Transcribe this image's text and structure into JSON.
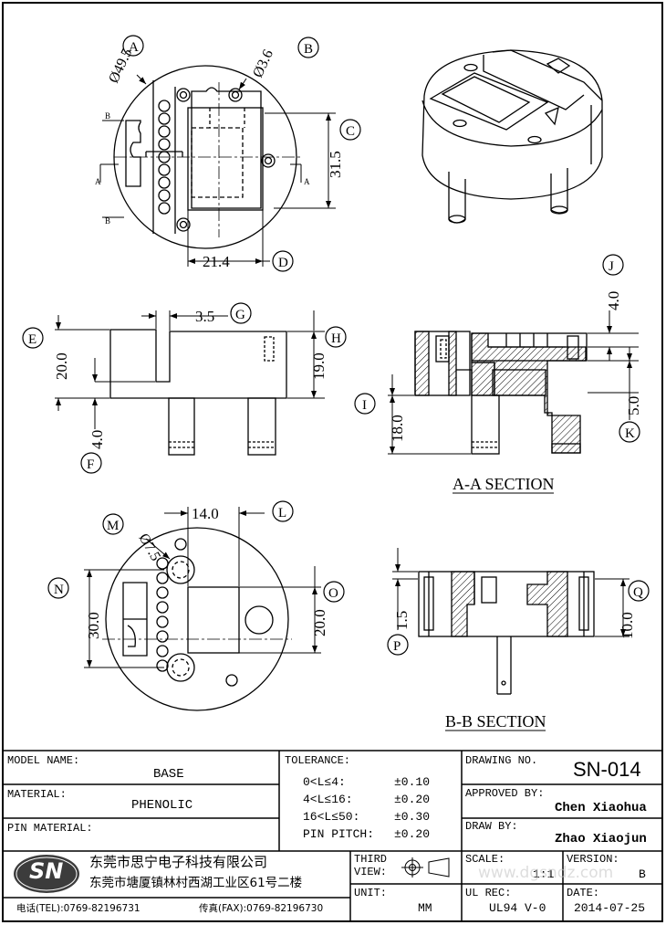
{
  "drawing": {
    "top_view": {
      "callouts": [
        "A",
        "B",
        "C",
        "D"
      ],
      "dims": {
        "a": "Ø49.5",
        "b": "Ø3.6",
        "c": "31.5",
        "d": "21.4"
      },
      "section_marks": [
        "B",
        "A",
        "A",
        "B"
      ]
    },
    "side_view": {
      "callouts": [
        "E",
        "F",
        "G",
        "H"
      ],
      "dims": {
        "e": "20.0",
        "f": "4.0",
        "g": "3.5",
        "h": "19.0"
      }
    },
    "section_aa": {
      "callouts": [
        "I",
        "J",
        "K"
      ],
      "dims": {
        "i": "18.0",
        "j": "4.0",
        "k": "5.0"
      },
      "caption": "A-A SECTION"
    },
    "bottom_view": {
      "callouts": [
        "L",
        "M",
        "N",
        "O"
      ],
      "dims": {
        "l": "14.0",
        "m": "Ø7.5",
        "n": "30.0",
        "o": "20.0"
      }
    },
    "section_bb": {
      "callouts": [
        "P",
        "Q"
      ],
      "dims": {
        "p": "1.5",
        "q": "10.0"
      },
      "caption": "B-B SECTION"
    }
  },
  "title_block": {
    "model_name_label": "MODEL NAME:",
    "model_name": "BASE",
    "material_label": "MATERIAL:",
    "material": "PHENOLIC",
    "pin_material_label": "PIN MATERIAL:",
    "pin_material": "",
    "tolerance_label": "TOLERANCE:",
    "tolerances": [
      {
        "range": "0<L≤4:",
        "tol": "±0.10"
      },
      {
        "range": "4<L≤16:",
        "tol": "±0.20"
      },
      {
        "range": "16<L≤50:",
        "tol": "±0.30"
      },
      {
        "range": "PIN PITCH:",
        "tol": "±0.20"
      }
    ],
    "drawing_no_label": "DRAWING NO.",
    "drawing_no": "SN-014",
    "approved_by_label": "APPROVED BY:",
    "approved_by": "Chen Xiaohua",
    "draw_by_label": "DRAW BY:",
    "draw_by": "Zhao Xiaojun",
    "logo": "SN",
    "company_name": "东莞市思宁电子科技有限公司",
    "company_address": "东莞市塘厦镇林村西湖工业区61号二楼",
    "tel": "电话(TEL):0769-82196731",
    "fax": "传真(FAX):0769-82196730",
    "third_view_label_1": "THIRD",
    "third_view_label_2": "VIEW:",
    "unit_label": "UNIT:",
    "unit": "MM",
    "scale_label": "SCALE:",
    "scale": "1:1",
    "version_label": "VERSION:",
    "version": "B",
    "ul_rec_label": "UL REC:",
    "ul_rec": "UL94 V-0",
    "date_label": "DATE:",
    "date": "2014-07-25",
    "watermark": "www.dgsndz.com"
  },
  "colors": {
    "line": "#000000",
    "hatch": "#000000",
    "background": "#ffffff",
    "logo_bg": "#3c3c3c"
  }
}
